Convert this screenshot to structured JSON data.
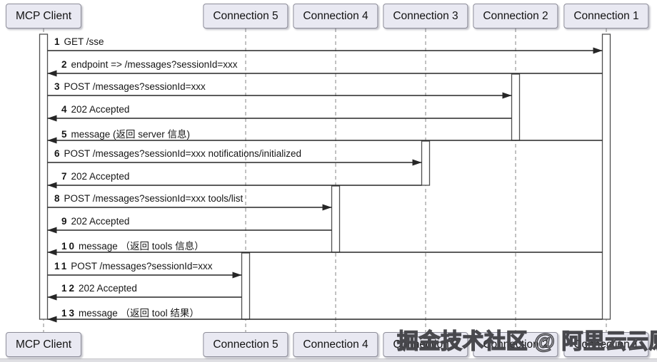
{
  "participants": [
    {
      "id": "client",
      "label": "MCP Client"
    },
    {
      "id": "c5",
      "label": "Connection 5"
    },
    {
      "id": "c4",
      "label": "Connection 4"
    },
    {
      "id": "c3",
      "label": "Connection 3"
    },
    {
      "id": "c2",
      "label": "Connection 2"
    },
    {
      "id": "c1",
      "label": "Connection 1"
    }
  ],
  "messages": [
    {
      "num": "1",
      "text": "GET /sse",
      "from": "client",
      "to": "c1"
    },
    {
      "num": "2",
      "text": "endpoint => /messages?sessionId=xxx",
      "from": "c1",
      "to": "client"
    },
    {
      "num": "3",
      "text": "POST /messages?sessionId=xxx",
      "from": "client",
      "to": "c2"
    },
    {
      "num": "4",
      "text": "202 Accepted",
      "from": "c2",
      "to": "client"
    },
    {
      "num": "5",
      "text": "message (返回 server 信息)",
      "from": "c1",
      "to": "client"
    },
    {
      "num": "6",
      "text": "POST /messages?sessionId=xxx notifications/initialized",
      "from": "client",
      "to": "c3"
    },
    {
      "num": "7",
      "text": "202 Accepted",
      "from": "c3",
      "to": "client"
    },
    {
      "num": "8",
      "text": "POST /messages?sessionId=xxx tools/list",
      "from": "client",
      "to": "c4"
    },
    {
      "num": "9",
      "text": "202 Accepted",
      "from": "c4",
      "to": "client"
    },
    {
      "num": "10",
      "text": "message （返回 tools 信息）",
      "from": "c1",
      "to": "client"
    },
    {
      "num": "11",
      "text": "POST /messages?sessionId=xxx",
      "from": "client",
      "to": "c5"
    },
    {
      "num": "12",
      "text": "202 Accepted",
      "from": "c5",
      "to": "client"
    },
    {
      "num": "13",
      "text": "message （返回 tool 结果）",
      "from": "c1",
      "to": "client"
    }
  ],
  "activations": [
    {
      "participant": "client",
      "from_msg": null,
      "to_msg": 13
    },
    {
      "participant": "c1",
      "from_msg": null,
      "to_msg": 13
    },
    {
      "participant": "c2",
      "from_msg": 2,
      "to_msg": 5
    },
    {
      "participant": "c3",
      "from_msg": 5,
      "to_msg": 7
    },
    {
      "participant": "c4",
      "from_msg": 7,
      "to_msg": 10
    },
    {
      "participant": "c5",
      "from_msg": 10,
      "to_msg": 13
    }
  ],
  "watermark": {
    "text": "掘金技术社区 @ 阿里云云原生"
  },
  "colors": {
    "background": "#ffffff",
    "box_fill": "#e9e9f2",
    "box_border": "#8d8d99",
    "line": "#262626",
    "lifeline": "#8f8f8f",
    "bar_fill": "#ffffff",
    "bar_border": "#4f4f4f",
    "footer_strip": "#dfdfe3"
  }
}
